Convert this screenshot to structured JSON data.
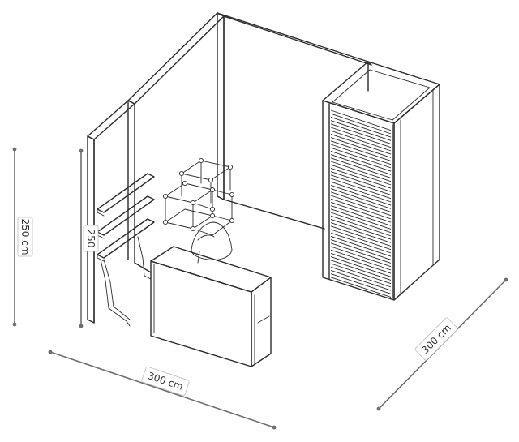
{
  "dimensions": {
    "height_outer": "250 cm",
    "height_inner": "250",
    "width_left": "300 cm",
    "depth_right": "300 cm"
  },
  "colors": {
    "line": "#2b2b2b",
    "dimension": "#6e6e6e",
    "background": "#ffffff"
  }
}
